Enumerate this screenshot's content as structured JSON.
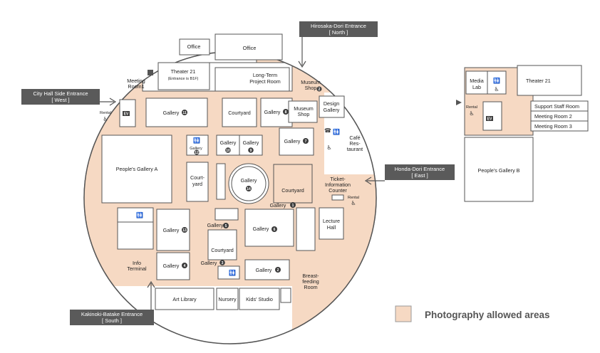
{
  "entrances": {
    "north": [
      "Hirosaka-Dori Entrance",
      "[ North ]"
    ],
    "west": [
      "City Hall Side Entrance",
      "[ West ]"
    ],
    "east": [
      "Honda-Dori Entrance",
      "[ East ]"
    ],
    "south": [
      "Kakinoki-Batake Entrance",
      "[ South ]"
    ]
  },
  "rooms": {
    "office_small": "Office",
    "office": "Office",
    "theater21": [
      "Theater 21",
      "(Entrance is B1F)"
    ],
    "meeting_room1": [
      "Meeting",
      "Room1"
    ],
    "long_term": [
      "Long-Term",
      "Project Room"
    ],
    "museum_shop2": [
      "Museum",
      "Shop"
    ],
    "museum_shop": [
      "Museum",
      "Shop"
    ],
    "design_gallery": [
      "Design",
      "Gallery"
    ],
    "cafe": [
      "Café",
      "Res-",
      "taurant"
    ],
    "gallery11": "Gallery",
    "courtyard_n": "Courtyard",
    "gallery8": "Gallery",
    "gallery7": "Gallery",
    "gallery12": "Gallery",
    "gallery10": "Gallery",
    "gallery9": "Gallery",
    "peoples_gallery_a": "People's Gallery A",
    "courtyard_w": [
      "Court-",
      "yard"
    ],
    "gallery14": "Gallery",
    "courtyard_e": "Courtyard",
    "ticket": [
      "Ticket-",
      "Information",
      "Counter"
    ],
    "rental_e": "Rental",
    "gallery1": "Gallery",
    "gallery13": "Gallery",
    "gallery5": "Gallery",
    "courtyard_s": "Courtyard",
    "gallery6": "Gallery",
    "lecture_hall": [
      "Lecture",
      "Hall"
    ],
    "gallery3": "Gallery",
    "gallery4": "Gallery",
    "gallery2": "Gallery",
    "info_terminal": [
      "Info",
      "Terminal"
    ],
    "breastfeeding": [
      "Breast-",
      "feeding",
      "Room"
    ],
    "art_library": "Art Library",
    "nursery": "Nursery",
    "kids_studio": "Kids' Studio",
    "rental_w": "Rental"
  },
  "numbers": {
    "n1": "1",
    "n2": "2",
    "n3": "3",
    "n4": "4",
    "n5": "5",
    "n6": "6",
    "n7": "7",
    "n8": "8",
    "n9": "9",
    "n10": "10",
    "n11": "11",
    "n12": "12",
    "n13": "13",
    "n14": "14"
  },
  "ev": "EV",
  "inset": {
    "media_lab": [
      "Media",
      "Lab"
    ],
    "theater21": "Theater 21",
    "support_staff": "Support Staff Room",
    "meeting2": "Meeting Room 2",
    "meeting3": "Meeting Room 3",
    "peoples_gallery_b": "People's Gallery B",
    "rental": "Rental"
  },
  "legend": {
    "label": "Photography allowed areas",
    "color": "#f6d9c3"
  },
  "colors": {
    "photo_area": "#f6d9c3",
    "wall": "#555555",
    "entrance_label_bg": "#5a5a5a"
  }
}
